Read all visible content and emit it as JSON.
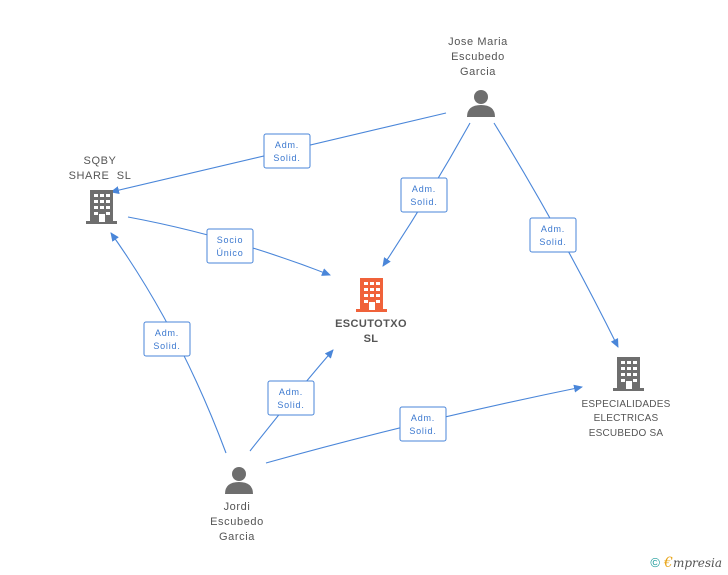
{
  "colors": {
    "edge": "#4a86d9",
    "person_icon": "#6e6e6e",
    "company_icon": "#6e6e6e",
    "company_main_icon": "#f0623a",
    "label_text": "#555555",
    "edge_label_text": "#3b78cf"
  },
  "nodes": {
    "jose_maria": {
      "lines": [
        "Jose Maria",
        "Escubedo",
        "Garcia"
      ],
      "icon": "person-icon"
    },
    "sqby": {
      "lines": [
        "SQBY",
        "SHARE  SL"
      ],
      "icon": "building-icon"
    },
    "escutotxo": {
      "lines": [
        "ESCUTOTXO",
        "SL"
      ],
      "icon": "building-icon"
    },
    "especialidades": {
      "lines": [
        "ESPECIALIDADES",
        "ELECTRICAS",
        "ESCUBEDO SA"
      ],
      "icon": "building-icon"
    },
    "jordi": {
      "lines": [
        "Jordi",
        "Escubedo",
        "Garcia"
      ],
      "icon": "person-icon"
    }
  },
  "edges": [
    {
      "id": "jose-to-sqby",
      "label": [
        "Adm.",
        "Solid."
      ]
    },
    {
      "id": "jose-to-escutotxo",
      "label": [
        "Adm.",
        "Solid."
      ]
    },
    {
      "id": "jose-to-especialidades",
      "label": [
        "Adm.",
        "Solid."
      ]
    },
    {
      "id": "sqby-to-escutotxo",
      "label": [
        "Socio",
        "Único"
      ]
    },
    {
      "id": "jordi-to-sqby",
      "label": [
        "Adm.",
        "Solid."
      ]
    },
    {
      "id": "jordi-to-escutotxo",
      "label": [
        "Adm.",
        "Solid."
      ]
    },
    {
      "id": "jordi-to-especialidades",
      "label": [
        "Adm.",
        "Solid."
      ]
    }
  ],
  "footer": {
    "copyright_symbol": "©",
    "brand_initial": "€",
    "brand_rest": "mpresia"
  }
}
